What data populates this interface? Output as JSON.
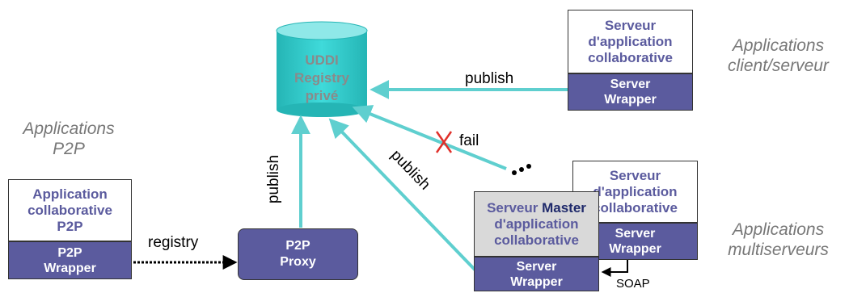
{
  "captions": {
    "client_server": "Applications\nclient/serveur",
    "p2p": "Applications\nP2P",
    "multiserver": "Applications\nmultiserveurs"
  },
  "registry": {
    "label": "UDDI\nRegistry\nprivé"
  },
  "client_server_app": {
    "title": "Serveur\nd'application\ncollaborative",
    "wrapper": "Server\nWrapper"
  },
  "p2p_app": {
    "title": "Application\ncollaborative\nP2P",
    "wrapper": "P2P\nWrapper"
  },
  "proxy": {
    "label": "P2P\nProxy"
  },
  "slave_server": {
    "title": "Serveur\nd'application\ncollaborative",
    "wrapper": "Server\nWrapper"
  },
  "master_server": {
    "title_prefix": "Serveur ",
    "title_highlight": "Master",
    "title_rest": "d'application\ncollaborative",
    "wrapper": "Server\nWrapper"
  },
  "edges": {
    "publish_client": "publish",
    "publish_proxy": "publish",
    "publish_master": "publish",
    "fail": "fail",
    "registry": "registry",
    "soap": "SOAP"
  },
  "colors": {
    "arrow": "#5fcfcf",
    "registry_fill": "#2ec4c4",
    "box_fill": "#5b5b9e",
    "box_text_title": "#5b5b9e",
    "master_fill": "#d9d9d9",
    "master_highlight": "#1f2a6b",
    "fail_cross": "#e0302a"
  }
}
